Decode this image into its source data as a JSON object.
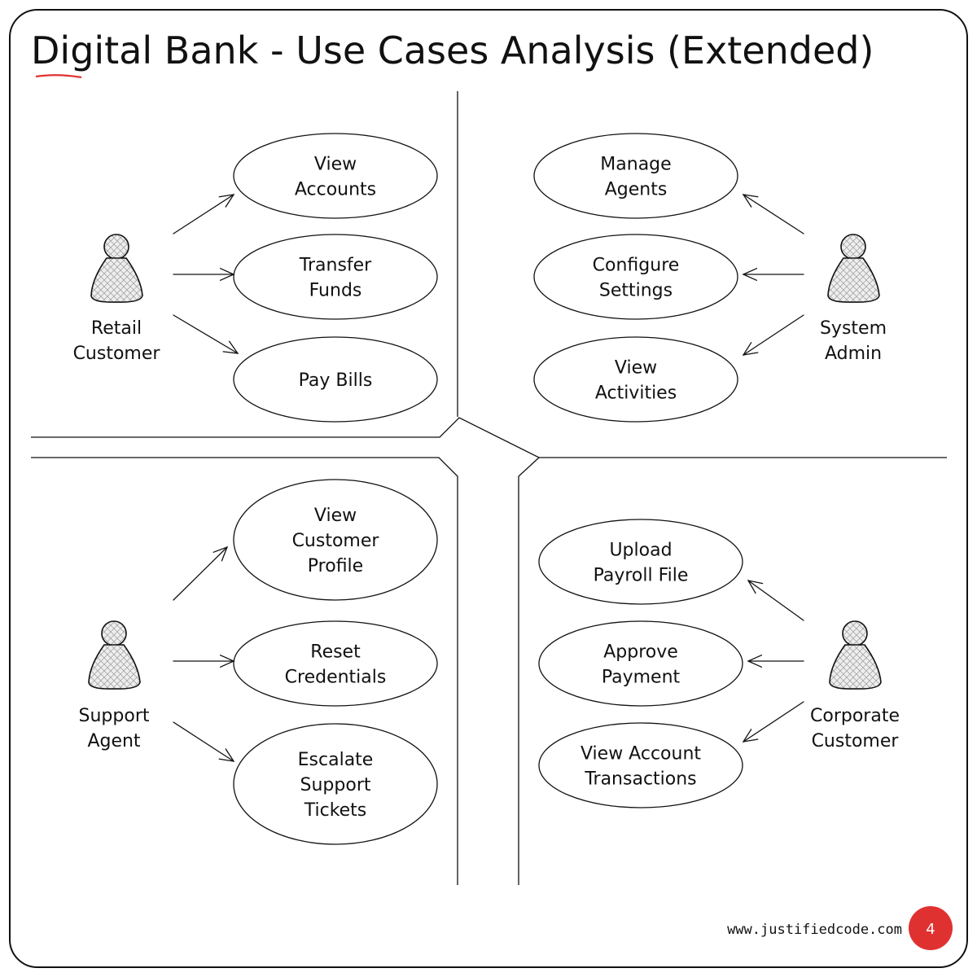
{
  "title": "Digital Bank - Use Cases Analysis (Extended)",
  "colors": {
    "accent": "#e03131",
    "ink": "#111111",
    "actor_fill": "#d8d8d8"
  },
  "quadrants": [
    {
      "actor": {
        "lines": [
          "Retail",
          "Customer"
        ],
        "icon": "person-icon"
      },
      "use_cases": [
        {
          "lines": [
            "View",
            "Accounts"
          ]
        },
        {
          "lines": [
            "Transfer",
            "Funds"
          ]
        },
        {
          "lines": [
            "Pay Bills"
          ]
        }
      ]
    },
    {
      "actor": {
        "lines": [
          "System",
          "Admin"
        ],
        "icon": "person-icon"
      },
      "use_cases": [
        {
          "lines": [
            "Manage",
            "Agents"
          ]
        },
        {
          "lines": [
            "Configure",
            "Settings"
          ]
        },
        {
          "lines": [
            "View",
            "Activities"
          ]
        }
      ]
    },
    {
      "actor": {
        "lines": [
          "Support",
          "Agent"
        ],
        "icon": "person-icon"
      },
      "use_cases": [
        {
          "lines": [
            "View",
            "Customer",
            "Profile"
          ]
        },
        {
          "lines": [
            "Reset",
            "Credentials"
          ]
        },
        {
          "lines": [
            "Escalate",
            "Support",
            "Tickets"
          ]
        }
      ]
    },
    {
      "actor": {
        "lines": [
          "Corporate",
          "Customer"
        ],
        "icon": "person-icon"
      },
      "use_cases": [
        {
          "lines": [
            "Upload",
            "Payroll File"
          ]
        },
        {
          "lines": [
            "Approve",
            "Payment"
          ]
        },
        {
          "lines": [
            "View Account",
            "Transactions"
          ]
        }
      ]
    }
  ],
  "footer": {
    "url": "www.justifiedcode.com",
    "page": "4"
  }
}
